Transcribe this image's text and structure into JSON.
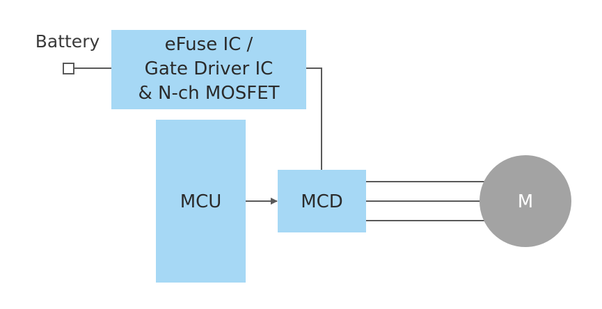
{
  "diagram": {
    "battery_label": "Battery",
    "efuse_block": {
      "lines": [
        "eFuse IC /",
        "Gate Driver IC",
        "& N-ch MOSFET"
      ]
    },
    "mcu_label": "MCU",
    "mcd_label": "MCD",
    "motor_label": "M",
    "colors": {
      "block_fill": "#a6d8f5",
      "motor_fill": "#a3a3a3",
      "wire": "#595959",
      "text": "#2b2b2b",
      "motor_text": "#ffffff"
    }
  }
}
